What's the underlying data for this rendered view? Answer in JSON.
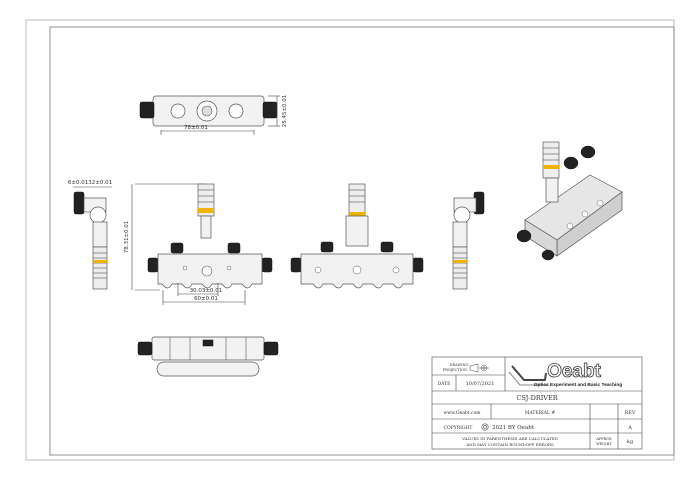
{
  "drawing": {
    "dimensions": {
      "top_width": "78±0.01",
      "top_height": "25.45±0.01",
      "left_offsets": "6±0.0132±0.01",
      "front_height": "78.31±0.01",
      "front_spacing_small": "30.03±0.01",
      "front_spacing_large": "60±0.01"
    }
  },
  "title_block": {
    "projection_label_1": "DRAWING",
    "projection_label_2": "PROJECTION",
    "date_label": "DATE",
    "date_value": "10/07/2021",
    "logo_text": "Oeabt",
    "logo_tagline": "Optics Experiment and Basic Teaching",
    "part_name": "CSJ-DRIVER",
    "website": "www.Oeabt.com",
    "material_label": "MATERIAL #",
    "rev_label": "REV",
    "rev_value": "A",
    "copyright_label": "COPYRIGHT",
    "copyright_text": "2021 BY Oeabt",
    "note_line1": "VALUES IN PARENTHESIS ARE CALCULATED",
    "note_line2": "AND MAY CONTAIN ROUNDOFF ERRORS",
    "weight_label_1": "APPROX",
    "weight_label_2": "WEIGHT",
    "weight_unit": "kg"
  }
}
